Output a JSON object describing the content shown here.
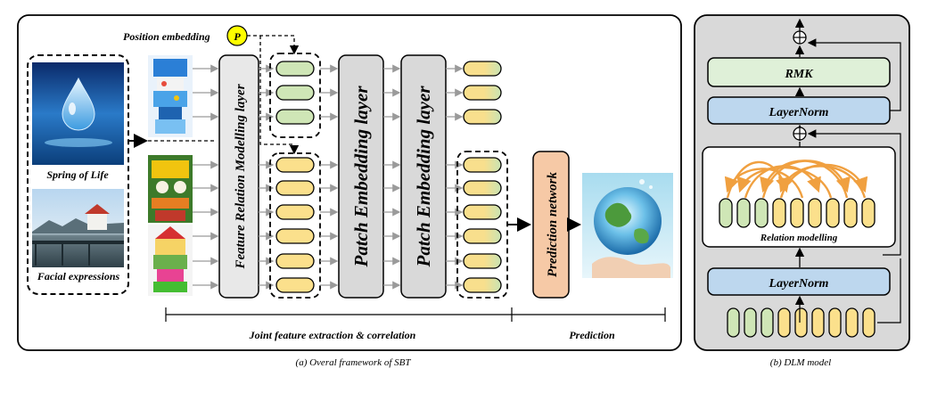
{
  "panel_a": {
    "position_label": "Position embedding",
    "p_token": "P",
    "images": [
      "Spring of Life",
      "Facial expressions"
    ],
    "feature_layer": "Feature Relation Modelling layer",
    "patch_layer_1": "Patch Embedding layer",
    "patch_layer_2": "Patch Embedding layer",
    "prediction_network": "Prediction network",
    "bottom_left": "Joint feature extraction & correlation",
    "bottom_right": "Prediction",
    "caption": "(a) Overal framework of SBT"
  },
  "panel_b": {
    "rmk": "RMK",
    "layernorm_top": "LayerNorm",
    "relation_label": "Relation modelling",
    "layernorm_bottom": "LayerNorm",
    "caption": "(b) DLM model"
  },
  "colors": {
    "green_token": "#cfe6b6",
    "yellow_token": "#fbe08c",
    "gray_layer": "#d9d9d9",
    "orange_layer": "#f6c9a6",
    "blue_norm": "#bdd7ee",
    "p_circle": "#ffff00",
    "arrow_orange": "#f0a040"
  }
}
